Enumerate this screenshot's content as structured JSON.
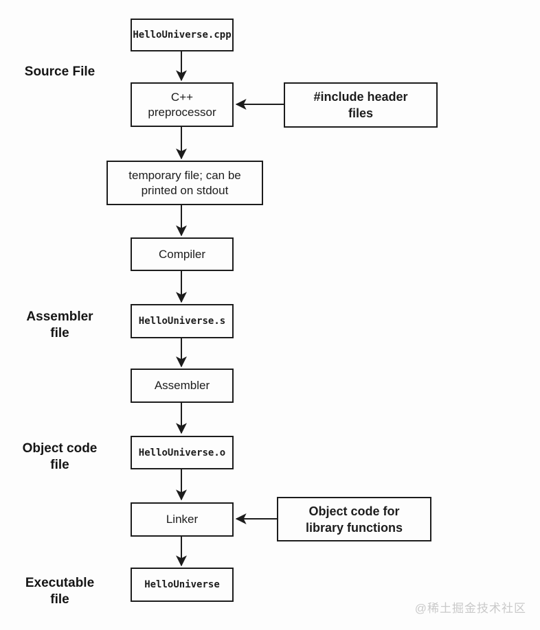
{
  "diagram": {
    "nodes": {
      "source_cpp": "HelloUniverse.cpp",
      "preprocessor": "C++\npreprocessor",
      "include_headers": "#include header\nfiles",
      "temp_file": "temporary file; can be\nprinted on stdout",
      "compiler": "Compiler",
      "assembler_s": "HelloUniverse.s",
      "assembler": "Assembler",
      "object_o": "HelloUniverse.o",
      "linker": "Linker",
      "library_objects": "Object code for\nlibrary functions",
      "executable": "HelloUniverse"
    },
    "side_labels": {
      "source_file": "Source File",
      "assembler_file": "Assembler\nfile",
      "object_code_file": "Object code\nfile",
      "executable_file": "Executable\nfile"
    },
    "watermark": "@稀土掘金技术社区",
    "colors": {
      "line": "#1c1c1c",
      "box_border": "#1c1c1c",
      "background": "#fdfdfd",
      "watermark": "#c9c9c9"
    }
  }
}
